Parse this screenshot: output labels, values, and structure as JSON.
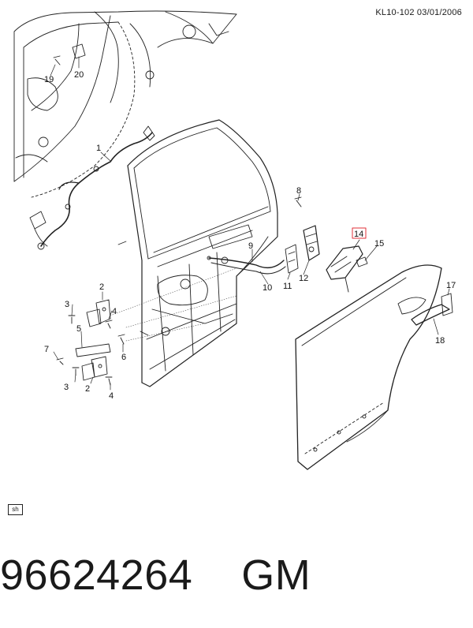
{
  "header": {
    "code": "KL10-102  03/01/2006"
  },
  "callouts": [
    {
      "id": "c1",
      "label": "1"
    },
    {
      "id": "c2a",
      "label": "2"
    },
    {
      "id": "c2b",
      "label": "2"
    },
    {
      "id": "c3a",
      "label": "3"
    },
    {
      "id": "c3b",
      "label": "3"
    },
    {
      "id": "c4a",
      "label": "4"
    },
    {
      "id": "c4b",
      "label": "4"
    },
    {
      "id": "c5",
      "label": "5"
    },
    {
      "id": "c6",
      "label": "6"
    },
    {
      "id": "c7",
      "label": "7"
    },
    {
      "id": "c8",
      "label": "8"
    },
    {
      "id": "c9",
      "label": "9"
    },
    {
      "id": "c10",
      "label": "10"
    },
    {
      "id": "c11",
      "label": "11"
    },
    {
      "id": "c12",
      "label": "12"
    },
    {
      "id": "c14",
      "label": "14",
      "highlighted": true
    },
    {
      "id": "c15",
      "label": "15"
    },
    {
      "id": "c17",
      "label": "17"
    },
    {
      "id": "c18",
      "label": "18"
    },
    {
      "id": "c19",
      "label": "19"
    },
    {
      "id": "c20",
      "label": "20"
    }
  ],
  "highlight_color": "#e0303a",
  "badge": {
    "label": "sh"
  },
  "footer": {
    "part_number": "96624264    GM"
  }
}
